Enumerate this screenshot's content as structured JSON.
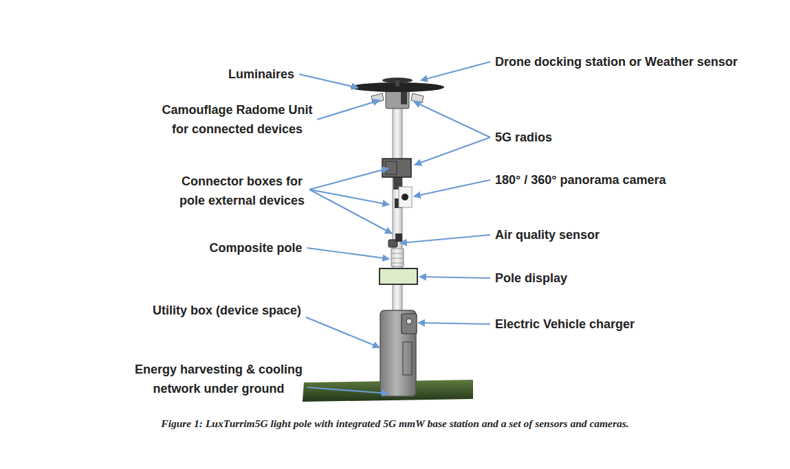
{
  "diagram": {
    "caption": "Figure 1: LuxTurrim5G light pole with integrated 5G mmW base station and a set of sensors and cameras.",
    "labels": [
      "Luminaires",
      "Drone docking station or Weather sensor",
      "Camouflage Radome Unit for connected devices",
      "5G radios",
      "Connector boxes for pole external devices",
      "180° / 360° panorama camera",
      "Composite pole",
      "Air quality sensor",
      "Pole display",
      "Utility box (device space)",
      "Electric Vehicle charger",
      "Energy harvesting & cooling network under ground"
    ]
  }
}
